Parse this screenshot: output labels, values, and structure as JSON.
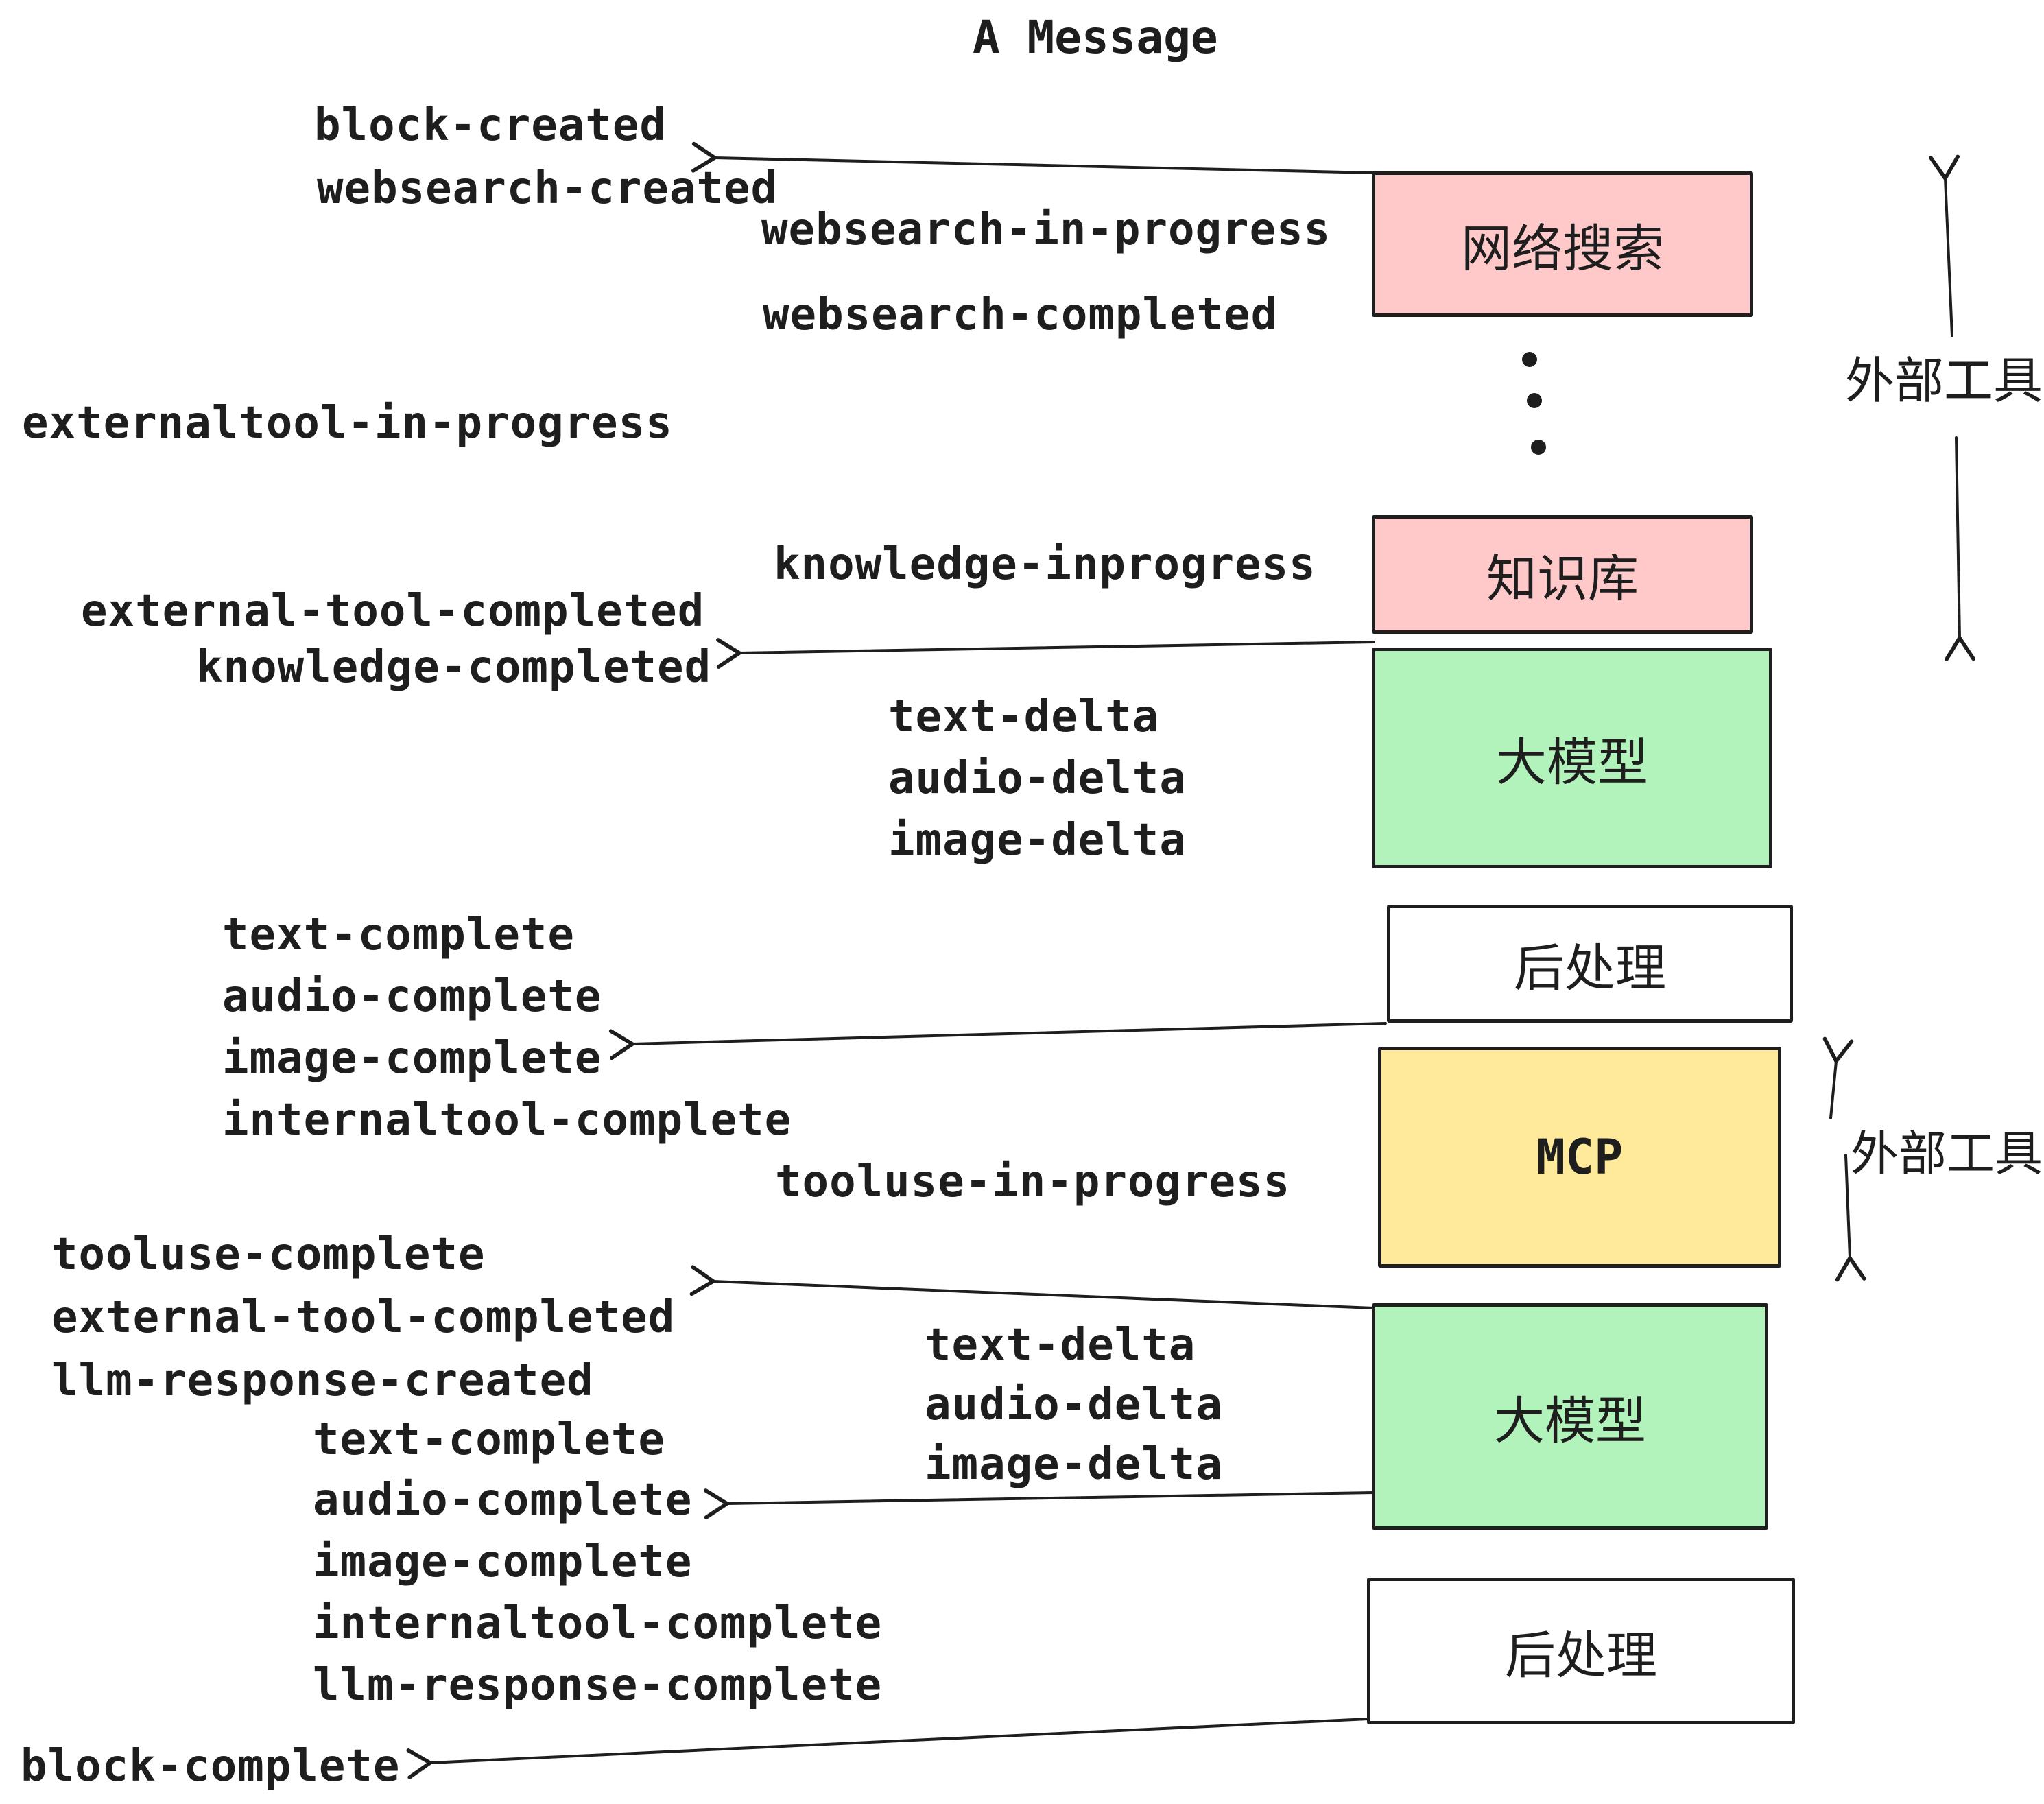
{
  "title": "A Message",
  "colors": {
    "ink": "#1e1e1e",
    "websearch_box_fill": "#ffc9c9",
    "knowledge_box_fill": "#ffc9c9",
    "llm_box_fill": "#b2f2bb",
    "mcp_box_fill": "#ffe99a",
    "post_box_fill": "#ffffff",
    "background": "#ffffff"
  },
  "boxes": {
    "websearch": {
      "label": "网络搜索"
    },
    "knowledge": {
      "label": "知识库"
    },
    "llm1": {
      "label": "大模型"
    },
    "post1": {
      "label": "后处理"
    },
    "mcp": {
      "label": "MCP"
    },
    "llm2": {
      "label": "大模型"
    },
    "post2": {
      "label": "后处理"
    }
  },
  "side_labels": {
    "external_tools_top": "外部工具",
    "external_tools_bottom": "外部工具"
  },
  "events": {
    "block_created": "block-created",
    "websearch_created": "websearch-created",
    "websearch_in_progress": "websearch-in-progress",
    "websearch_completed": "websearch-completed",
    "externaltool_in_progress": "externaltool-in-progress",
    "knowledge_inprogress": "knowledge-inprogress",
    "external_tool_completed": "external-tool-completed",
    "knowledge_completed": "knowledge-completed",
    "text_delta": "text-delta",
    "audio_delta": "audio-delta",
    "image_delta": "image-delta",
    "text_complete": "text-complete",
    "audio_complete": "audio-complete",
    "image_complete": "image-complete",
    "internaltool_complete": "internaltool-complete",
    "tooluse_in_progress": "tooluse-in-progress",
    "tooluse_complete": "tooluse-complete",
    "llm_response_created": "llm-response-created",
    "llm_response_complete": "llm-response-complete",
    "block_complete": "block-complete"
  }
}
